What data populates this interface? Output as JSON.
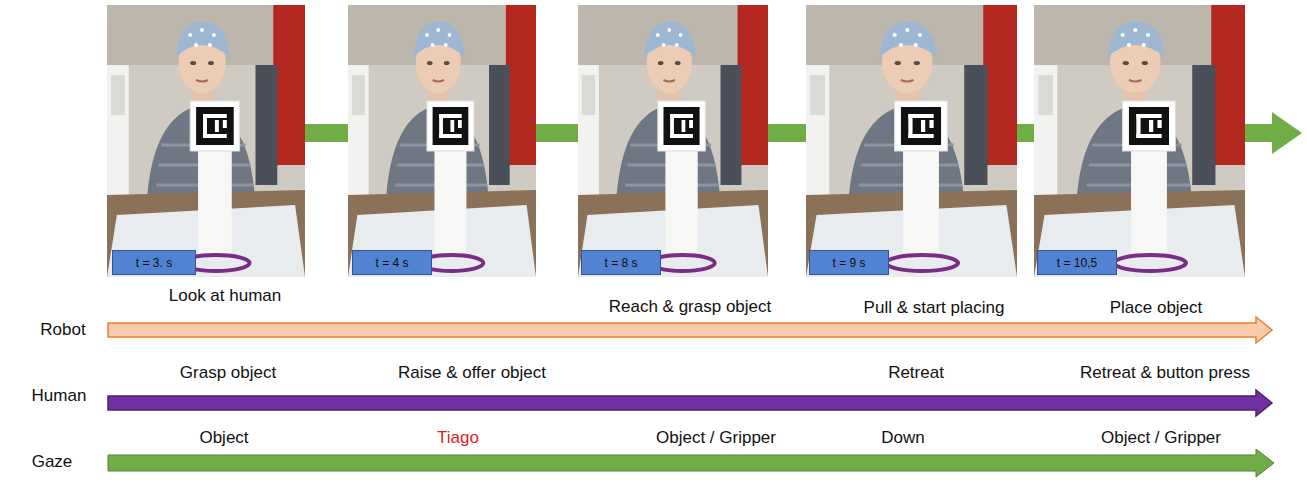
{
  "diagram": {
    "nodes": [
      {
        "text": [
          "t = 3. s"
        ]
      },
      {
        "text": [
          "t = 4 s"
        ]
      },
      {
        "text": [
          "t = 8 s"
        ]
      },
      {
        "text": [
          "t = 9 s"
        ]
      },
      {
        "text": [
          "t = 10,5"
        ]
      }
    ],
    "labels": [
      "Look at human",
      "Reach & grasp object",
      "Pull  & start placing",
      "Place object",
      "Robot",
      "Grasp object",
      "Raise & offer object",
      "Retreat",
      "Retreat & button press",
      "Human",
      "Object",
      "Tiago",
      "Object / Gripper",
      "Down",
      "Object / Gripper",
      "Gaze"
    ]
  }
}
